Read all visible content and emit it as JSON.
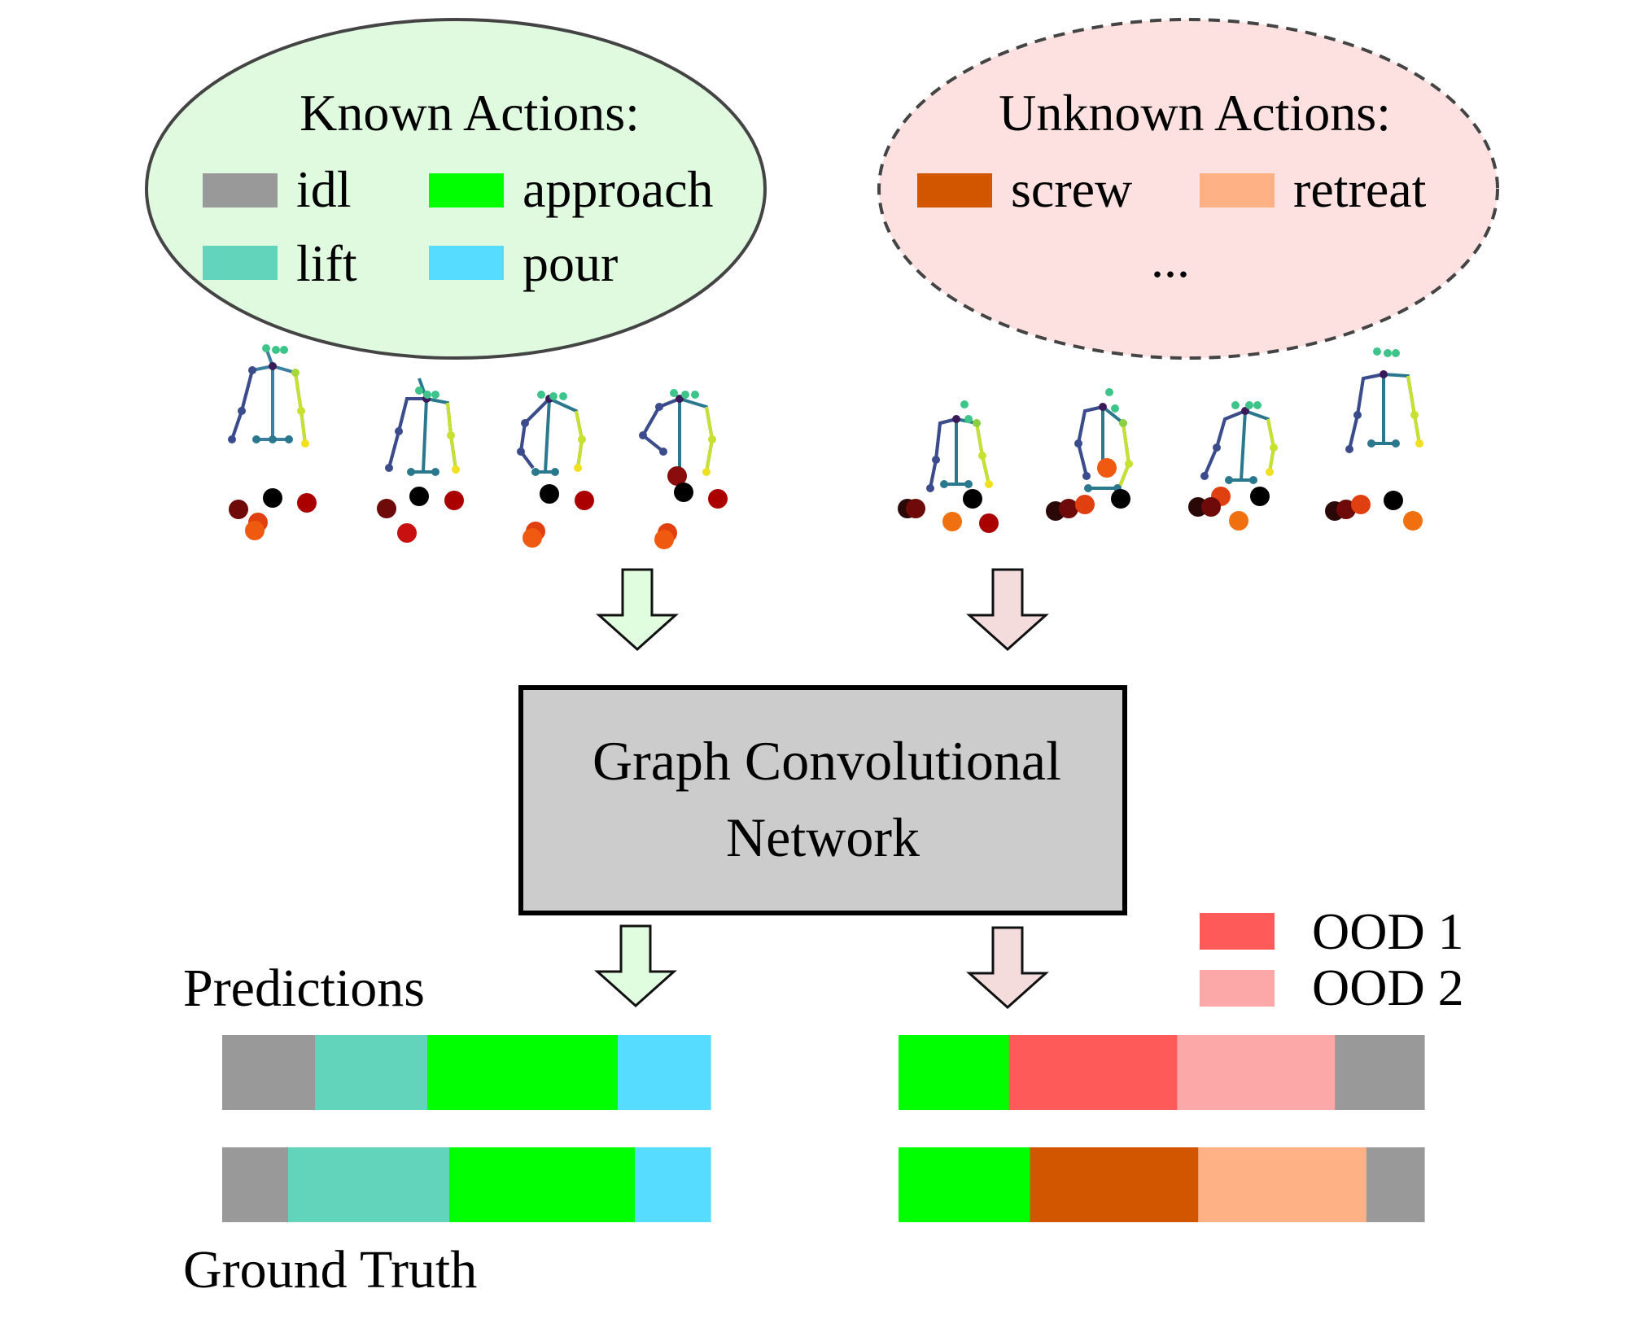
{
  "known": {
    "title": "Known  Actions:",
    "items": [
      {
        "label": "idl",
        "color": "#999999"
      },
      {
        "label": "approach",
        "color": "#00ff00"
      },
      {
        "label": "lift",
        "color": "#62d4bc"
      },
      {
        "label": "pour",
        "color": "#55dcfe"
      }
    ],
    "fill": "#e0fae0",
    "arrow_fill": "#e0fde0"
  },
  "unknown": {
    "title": "Unknown  Actions:",
    "items": [
      {
        "label": "screw",
        "color": "#d25500"
      },
      {
        "label": "retreat",
        "color": "#fdb184"
      }
    ],
    "ellipsis": "...",
    "fill": "#fde0e0",
    "arrow_fill": "#f5dcdc"
  },
  "network": {
    "line1": "Graph  Convolutional",
    "line2": "Network",
    "fill": "#cccccc"
  },
  "ood_legend": [
    {
      "label": "OOD  1",
      "color": "#fe5a5a"
    },
    {
      "label": "OOD  2",
      "color": "#fda8a8"
    }
  ],
  "labels": {
    "predictions": "Predictions",
    "ground_truth": "Ground  Truth"
  },
  "bars": {
    "known_predictions": [
      {
        "action": "idl",
        "fraction": 0.19,
        "color": "#999999"
      },
      {
        "action": "lift",
        "fraction": 0.23,
        "color": "#62d4bc"
      },
      {
        "action": "approach",
        "fraction": 0.39,
        "color": "#00ff00"
      },
      {
        "action": "pour",
        "fraction": 0.19,
        "color": "#55dcfe"
      }
    ],
    "known_ground_truth": [
      {
        "action": "idl",
        "fraction": 0.135,
        "color": "#999999"
      },
      {
        "action": "lift",
        "fraction": 0.33,
        "color": "#62d4bc"
      },
      {
        "action": "approach",
        "fraction": 0.38,
        "color": "#00ff00"
      },
      {
        "action": "pour",
        "fraction": 0.155,
        "color": "#55dcfe"
      }
    ],
    "unknown_predictions": [
      {
        "action": "approach",
        "fraction": 0.21,
        "color": "#00ff00"
      },
      {
        "action": "OOD 1",
        "fraction": 0.32,
        "color": "#fe5a5a"
      },
      {
        "action": "OOD 2",
        "fraction": 0.3,
        "color": "#fda8a8"
      },
      {
        "action": "idl",
        "fraction": 0.17,
        "color": "#999999"
      }
    ],
    "unknown_ground_truth": [
      {
        "action": "approach",
        "fraction": 0.25,
        "color": "#00ff00"
      },
      {
        "action": "screw",
        "fraction": 0.32,
        "color": "#d25500"
      },
      {
        "action": "retreat",
        "fraction": 0.32,
        "color": "#fdb184"
      },
      {
        "action": "idl",
        "fraction": 0.11,
        "color": "#999999"
      }
    ]
  }
}
